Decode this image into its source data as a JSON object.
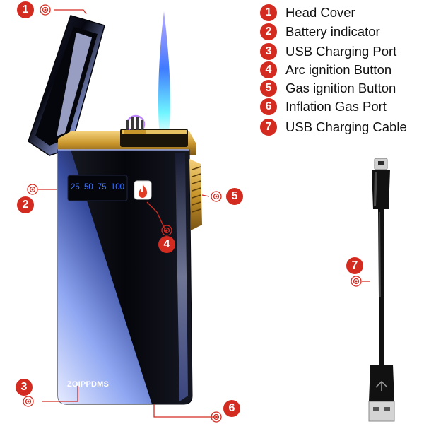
{
  "colors": {
    "badge": "#d42b20",
    "ring": "#d42b20",
    "leader": "#d42b20",
    "battery_text": "#3e74ff",
    "flame": "#3f7bff",
    "body": "#0d0e14",
    "gold": "#c9962c"
  },
  "callouts": [
    {
      "number": "1",
      "label": "Head Cover"
    },
    {
      "number": "2",
      "label": "Battery indicator"
    },
    {
      "number": "3",
      "label": "USB Charging Port"
    },
    {
      "number": "4",
      "label": "Arc ignition Button"
    },
    {
      "number": "5",
      "label": "Gas ignition Button"
    },
    {
      "number": "6",
      "label": "Inflation Gas Port"
    },
    {
      "number": "7",
      "label": "USB Charging Cable"
    }
  ],
  "product": {
    "brand": "ZOIPPDMS",
    "battery_levels": [
      "25",
      "50",
      "75",
      "100"
    ],
    "button_icon": "flame-icon"
  }
}
